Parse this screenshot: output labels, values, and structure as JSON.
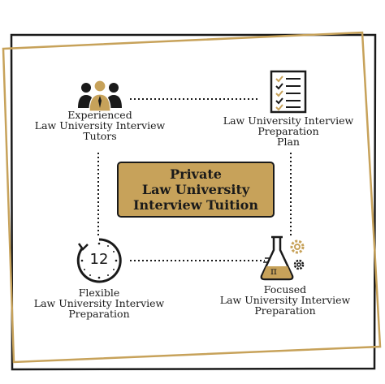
{
  "center": {
    "line1": "Private",
    "line2": "Law University",
    "line3": "Interview Tuition"
  },
  "nodes": {
    "top_left": {
      "icon": "people-group-icon",
      "lines": [
        "Experienced",
        "Law University Interview",
        "Tutors"
      ]
    },
    "top_right": {
      "icon": "checklist-icon",
      "lines": [
        "Law University Interview",
        "Preparation",
        "Plan"
      ]
    },
    "bottom_left": {
      "icon": "clock-12-icon",
      "clock_number": "12",
      "lines": [
        "Flexible",
        "Law University Interview",
        "Preparation"
      ]
    },
    "bottom_right": {
      "icon": "flask-gears-icon",
      "lines": [
        "Focused",
        "Law University Interview",
        "Preparation"
      ]
    }
  },
  "colors": {
    "gold": "#c7a25a",
    "dark": "#1a1a1a",
    "background": "#ffffff"
  }
}
